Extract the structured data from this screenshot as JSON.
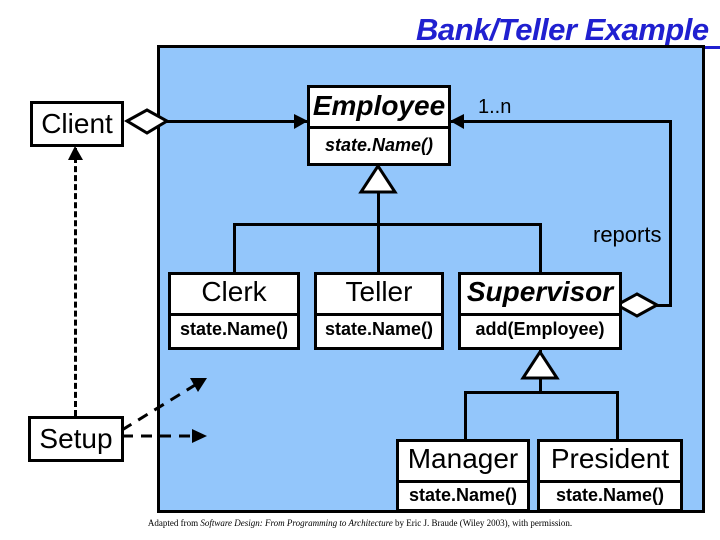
{
  "slide": {
    "title": "Bank/Teller Example",
    "accent_color": "#2020d0",
    "panel_color": "#93c6fb",
    "footer": {
      "prefix": "Adapted from ",
      "book": "Software Design: From Programming to Architecture",
      "suffix": " by Eric J. Braude (Wiley 2003), with permission."
    }
  },
  "classes": {
    "client": {
      "name": "Client"
    },
    "setup": {
      "name": "Setup"
    },
    "employee": {
      "name": "Employee",
      "ops": "state.Name()"
    },
    "clerk": {
      "name": "Clerk",
      "ops": "state.Name()"
    },
    "teller": {
      "name": "Teller",
      "ops": "state.Name()"
    },
    "supervisor": {
      "name": "Supervisor",
      "ops": "add(Employee)"
    },
    "manager": {
      "name": "Manager",
      "ops": "state.Name()"
    },
    "president": {
      "name": "President",
      "ops": "state.Name()"
    }
  },
  "labels": {
    "multiplicity": "1..n",
    "reports": "reports"
  }
}
